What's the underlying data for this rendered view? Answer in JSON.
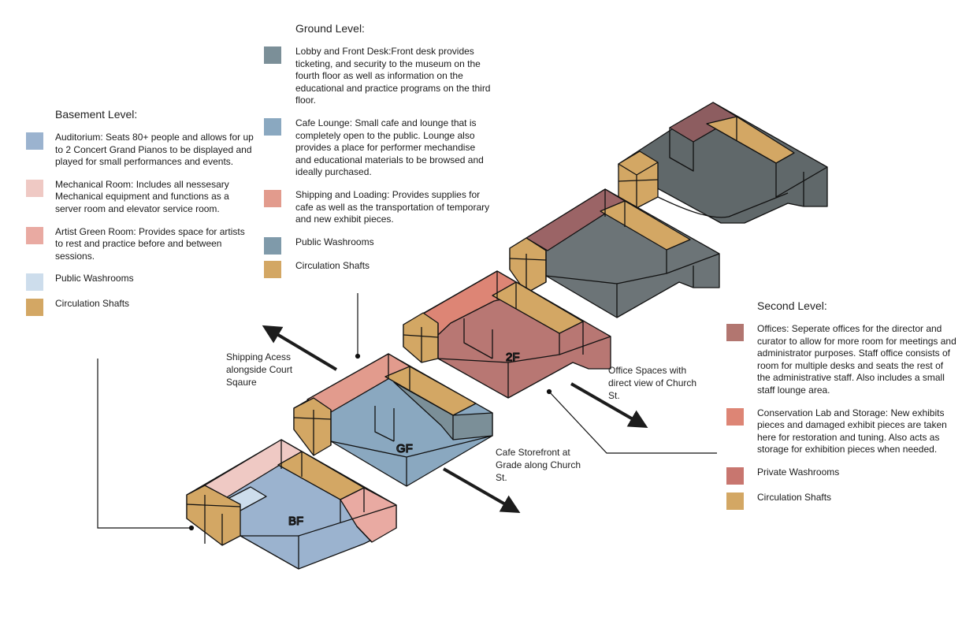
{
  "colors": {
    "auditorium": "#9bb3cf",
    "mechanical": "#efc9c4",
    "green_room": "#e9aaa2",
    "bf_washrooms": "#cdddec",
    "circulation": "#d3a764",
    "lobby": "#7b8f98",
    "cafe": "#8aa8c0",
    "shipping": "#e29b8d",
    "gf_washrooms": "#7f9aaa",
    "offices": "#b27670",
    "conservation": "#dd8575",
    "private_washrooms": "#c8766f",
    "top_dark": "#60686a",
    "top_offices": "#8d5d60"
  },
  "basement": {
    "title": "Basement Level:",
    "items": [
      {
        "name": "Auditorium:",
        "desc": " Seats 80+ people and allows for up to 2 Concert Grand Pianos to be displayed and played for small performances and events.",
        "color": "#9bb3cf"
      },
      {
        "name": "Mechanical Room",
        "desc": ": Includes all nessesary Mechanical equipment and functions as a server room and elevator service room.",
        "color": "#efc9c4"
      },
      {
        "name": "Artist Green Room",
        "desc": ": Provides space for artists to rest and practice before and between sessions.",
        "color": "#e9aaa2"
      },
      {
        "name": "Public Washrooms",
        "desc": "",
        "color": "#cdddec"
      },
      {
        "name": "Circulation Shafts",
        "desc": "",
        "color": "#d3a764"
      }
    ]
  },
  "ground": {
    "title": "Ground Level:",
    "items": [
      {
        "name": "Lobby and Front Desk",
        "desc": ":Front desk provides ticketing, and security to the museum on the fourth floor as well as information on the educational and practice programs on the third floor.",
        "color": "#7b8f98"
      },
      {
        "name": "Cafe Lounge",
        "desc": ":  Small cafe and lounge that is completely open to the public. Lounge also provides a place for performer mechandise and educational materials to be  browsed and ideally purchased.",
        "color": "#8aa8c0"
      },
      {
        "name": "Shipping and Loading",
        "desc": ": Provides supplies for cafe as well as the transportation of temporary and new exhibit pieces.",
        "color": "#e29b8d"
      },
      {
        "name": "Public Washrooms",
        "desc": "",
        "color": "#7f9aaa"
      },
      {
        "name": "Circulation Shafts",
        "desc": "",
        "color": "#d3a764"
      }
    ]
  },
  "second": {
    "title": "Second Level:",
    "items": [
      {
        "name": "Offices",
        "desc": ": Seperate offices for the director and curator to allow for more room for meetings and administrator purposes. Staff office consists of room for multiple desks and seats the rest of the administrative staff. Also includes a small staff lounge area.",
        "color": "#b27670"
      },
      {
        "name": "Conservation Lab and Storage",
        "desc": ": New exhibits pieces and damaged exhibit pieces are taken here for restoration and tuning. Also acts as storage for exhibition pieces when needed.",
        "color": "#dd8575"
      },
      {
        "name": "Private Washrooms",
        "desc": "",
        "color": "#c8766f"
      },
      {
        "name": "Circulation Shafts",
        "desc": "",
        "color": "#d3a764"
      }
    ]
  },
  "annotations": {
    "shipping_access": "Shipping Acess alongside Court Sqaure",
    "cafe_storefront": "Cafe Storefront at Grade along Church St.",
    "office_spaces": "Office Spaces with direct view of Church St."
  },
  "level_labels": {
    "bf": "BF",
    "gf": "GF",
    "f2": "2F"
  }
}
